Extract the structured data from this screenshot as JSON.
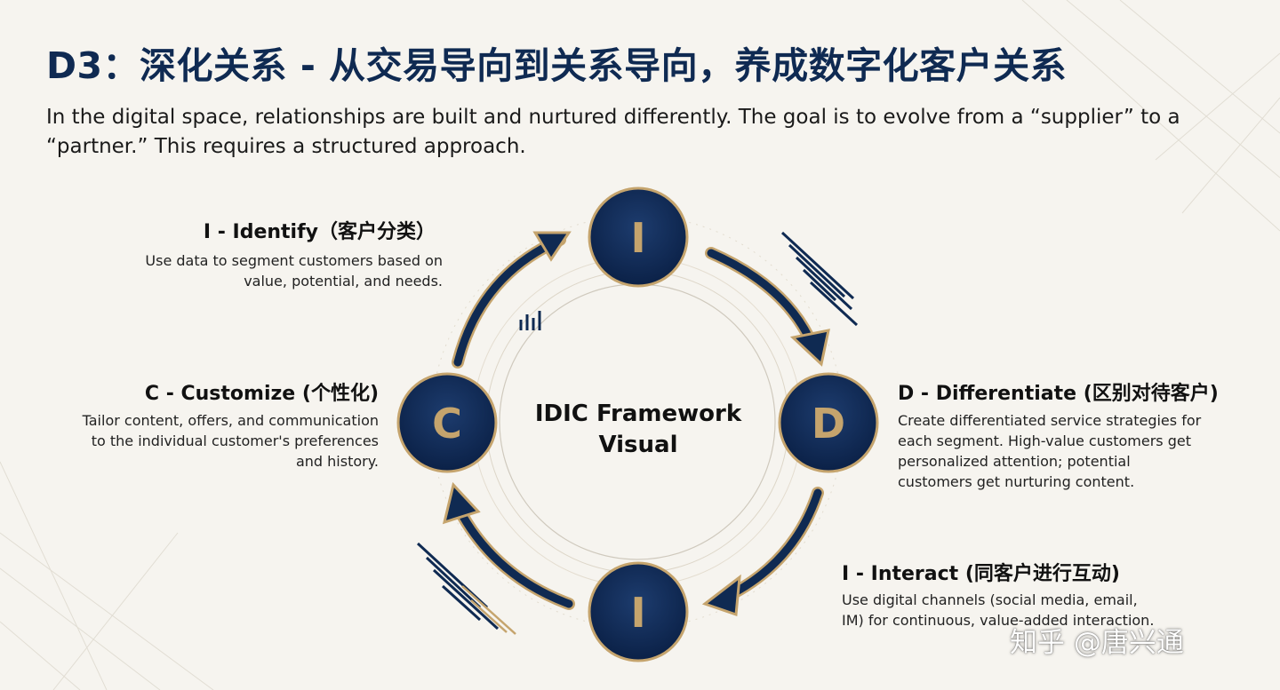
{
  "header": {
    "title": "D3：深化关系 - 从交易导向到关系导向，养成数字化客户关系",
    "subtitle": "In the digital space, relationships are built and nurtured differently. The goal is to evolve from a “supplier” to a “partner.” This requires a structured approach."
  },
  "diagram": {
    "center_label_line1": "IDIC Framework",
    "center_label_line2": "Visual",
    "nodes": {
      "identify": "I",
      "differentiate": "D",
      "interact": "I",
      "customize": "C"
    },
    "stages": {
      "identify": {
        "title": "I - Identify（客户分类）",
        "desc": "Use data to segment customers based on value, potential, and needs."
      },
      "customize": {
        "title": "C - Customize (个性化)",
        "desc": "Tailor content, offers, and communication to the individual customer's preferences and history."
      },
      "differentiate": {
        "title": "D - Differentiate (区别对待客户)",
        "desc": "Create differentiated service strategies for each segment. High-value customers get personalized attention; potential customers get nurturing content."
      },
      "interact": {
        "title": "I - Interact (同客户进行互动)",
        "desc": "Use digital channels (social media, email, IM) for continuous, value-added interaction."
      }
    }
  },
  "colors": {
    "navy": "#0f2a52",
    "gold": "#c5a46d",
    "background": "#f6f4ef"
  },
  "watermark": "知乎 @唐兴通"
}
